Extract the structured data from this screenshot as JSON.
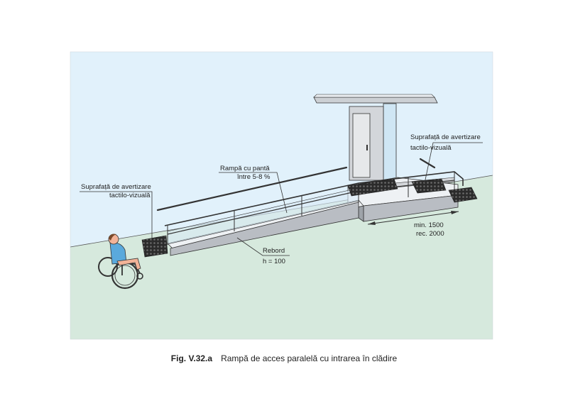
{
  "labels": {
    "warning_surface_right": [
      "Suprafață de avertizare",
      "tactilo-vizuală"
    ],
    "ramp_slope": [
      "Rampă cu pantă",
      "între 5-8 %"
    ],
    "warning_surface_left": [
      "Suprafață de avertizare",
      "tactilo-vizuală"
    ],
    "landing_length": [
      "min. 1500",
      "rec. 2000"
    ],
    "curb": [
      "Rebord",
      "h = 100"
    ]
  },
  "caption": {
    "figure_number": "Fig. V.32.a",
    "text": "Rampă de acces paralelă cu intrarea în clădire"
  },
  "colors": {
    "sky": "#e1f1fb",
    "ground": "#d6e9dd",
    "ramp_face": "#b9bdc3",
    "ramp_top": "#eef1f4",
    "wall": "#d3d6da",
    "glass": "#cfe6f4",
    "tactile": "#2b2b2b",
    "person_shirt": "#5aa9dc",
    "person_skin": "#f2b398"
  }
}
